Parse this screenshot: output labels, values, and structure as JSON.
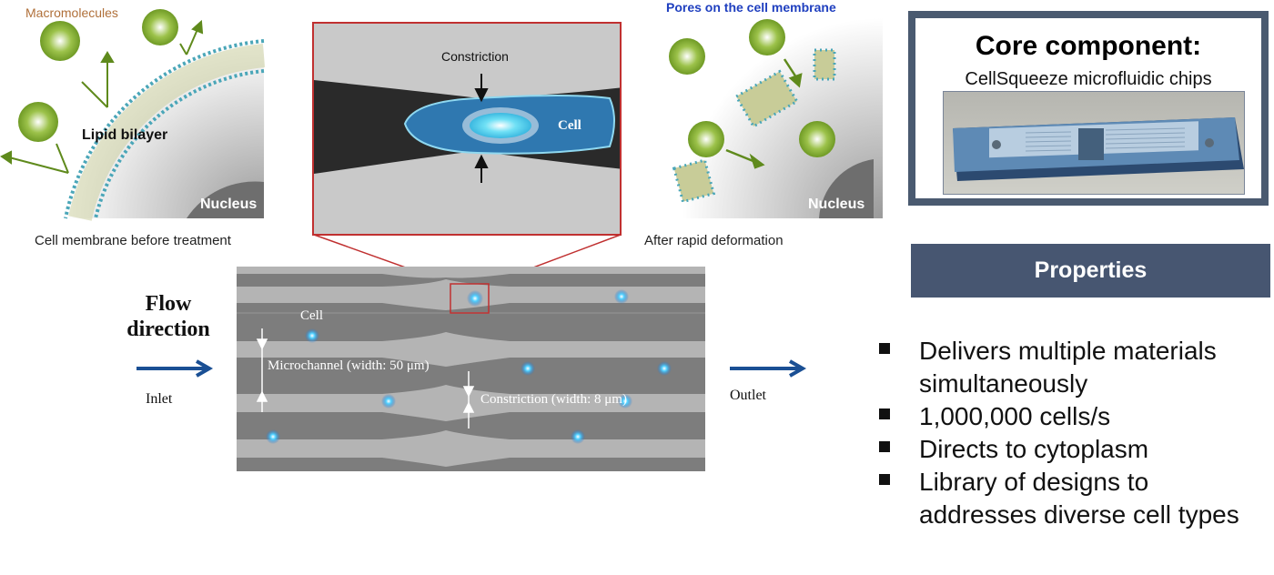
{
  "left_panel": {
    "macromolecules_label": "Macromolecules",
    "lipid_label": "Lipid bilayer",
    "nucleus_label": "Nucleus",
    "caption": "Cell membrane  before treatment"
  },
  "zoom_panel": {
    "constriction_label": "Constriction",
    "cell_label": "Cell"
  },
  "right_panel": {
    "pores_label": "Pores on the cell membrane",
    "nucleus_label": "Nucleus",
    "caption": "After rapid deformation"
  },
  "core_component": {
    "title": "Core component:",
    "subtitle": "CellSqueeze  microfluidic chips"
  },
  "properties": {
    "header": "Properties",
    "items": [
      "Delivers multiple materials simultaneously",
      "1,000,000 cells/s",
      "Directs to cytoplasm",
      "Library of designs to addresses diverse cell types"
    ]
  },
  "flow": {
    "title": "Flow direction",
    "inlet": "Inlet",
    "outlet": "Outlet",
    "cell_label": "Cell",
    "microchannel_label": "Microchannel (width: 50 μm)",
    "constriction_label": "Constriction (width: 8 μm)"
  },
  "colors": {
    "accent_blue": "#1a4f94",
    "frame_slate": "#475671",
    "zoom_red": "#c03030",
    "macro_green": "#8db53a"
  }
}
